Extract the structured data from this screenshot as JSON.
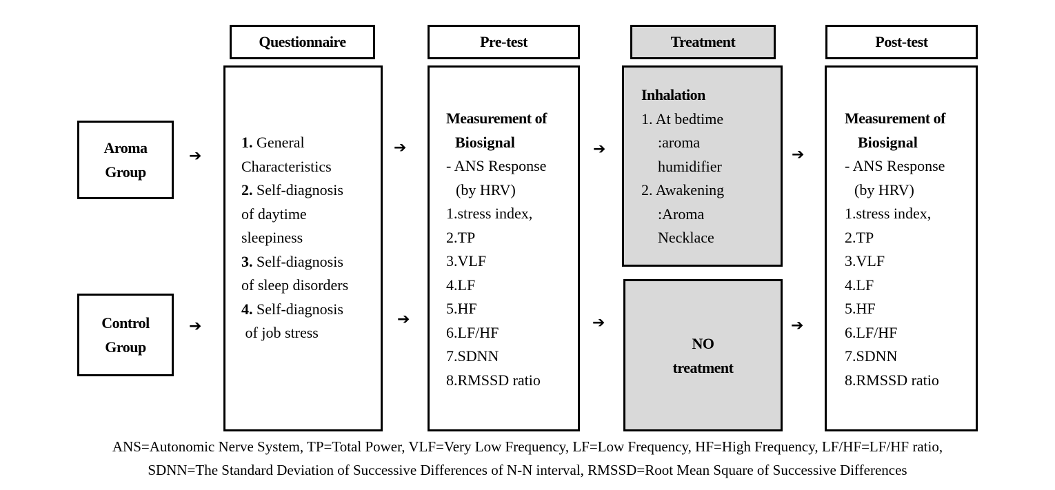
{
  "headers": {
    "questionnaire": "Questionnaire",
    "pretest": "Pre-test",
    "treatment": "Treatment",
    "posttest": "Post-test"
  },
  "groups": {
    "aroma": [
      "Aroma",
      "Group"
    ],
    "control": [
      "Control",
      "Group"
    ]
  },
  "arrow": "➔",
  "questionnaire_items": [
    {
      "num": "1.",
      "lines": [
        " General",
        "Characteristics"
      ]
    },
    {
      "num": "2.",
      "lines": [
        " Self-diagnosis",
        "of daytime",
        "sleepiness"
      ]
    },
    {
      "num": "3.",
      "lines": [
        " Self-diagnosis",
        "of sleep disorders"
      ]
    },
    {
      "num": "4.",
      "lines": [
        " Self-diagnosis",
        " of job stress"
      ]
    }
  ],
  "measurement": {
    "title_line1": "Measurement of",
    "title_line2": "Biosignal",
    "ans_line1": "- ANS Response",
    "ans_line2": "(by HRV)",
    "items": [
      "1.stress index,",
      "2.TP",
      "3.VLF",
      "4.LF",
      "5.HF",
      "6.LF/HF",
      "7.SDNN",
      "8.RMSSD ratio"
    ]
  },
  "treatment_box": {
    "title": "Inhalation",
    "item1_line1": "1. At bedtime",
    "item1_line2": ":aroma",
    "item1_line3": "humidifier",
    "item2_line1": "2. Awakening",
    "item2_line2": ":Aroma",
    "item2_line3": "Necklace"
  },
  "no_treatment": [
    "NO",
    "treatment"
  ],
  "footer": [
    "ANS=Autonomic Nerve System, TP=Total Power, VLF=Very Low Frequency, LF=Low Frequency, HF=High Frequency, LF/HF=LF/HF ratio,",
    "SDNN=The Standard Deviation of Successive Differences of N-N interval, RMSSD=Root Mean Square of Successive Differences"
  ]
}
